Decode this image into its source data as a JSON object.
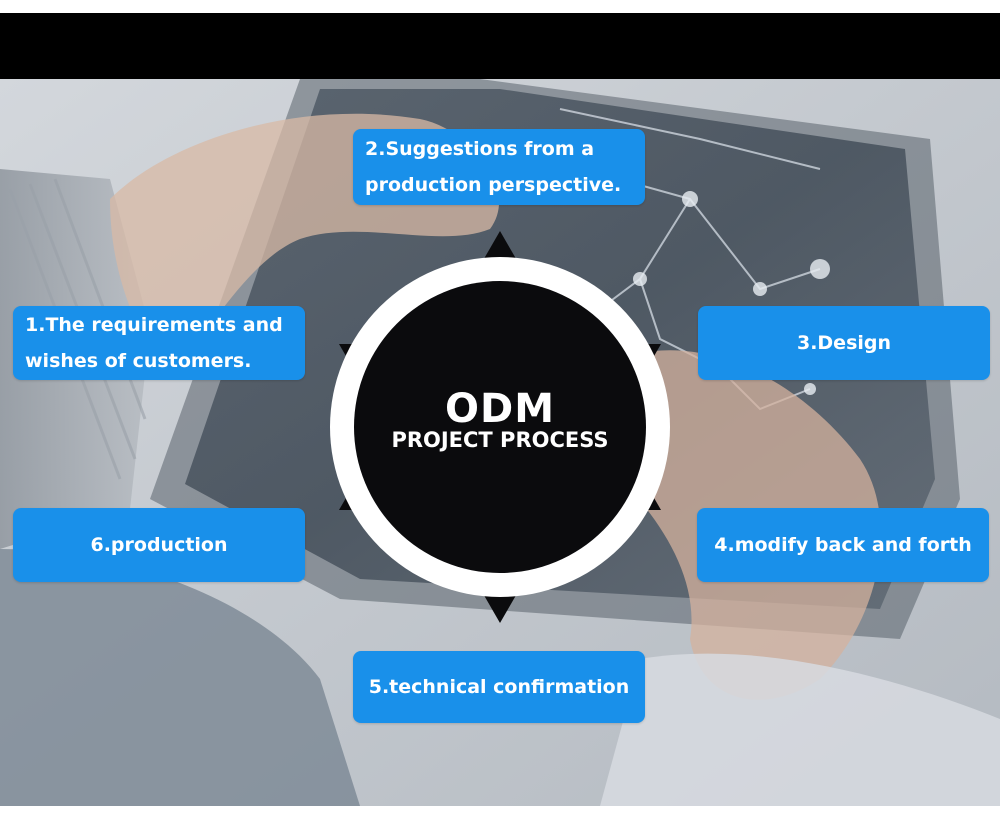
{
  "colors": {
    "box_fill": "#1990ea",
    "box_text": "#ffffff",
    "hub_fill": "#0b0b0d",
    "hub_ring": "#ffffff",
    "star": "#0b0b0d",
    "top_bar": "#000000"
  },
  "hub": {
    "title": "ODM",
    "subtitle": "PROJECT PROCESS"
  },
  "steps": {
    "s1": {
      "line1": "1.The requirements and",
      "line2": "wishes of customers."
    },
    "s2": {
      "line1": "2.Suggestions from a",
      "line2": "production perspective."
    },
    "s3": {
      "label": "3.Design"
    },
    "s4": {
      "label": "4.modify back and forth"
    },
    "s5": {
      "label": "5.technical confirmation"
    },
    "s6": {
      "label": "6.production"
    }
  },
  "background": {
    "scene": "hands-holding-tablet-photo"
  }
}
